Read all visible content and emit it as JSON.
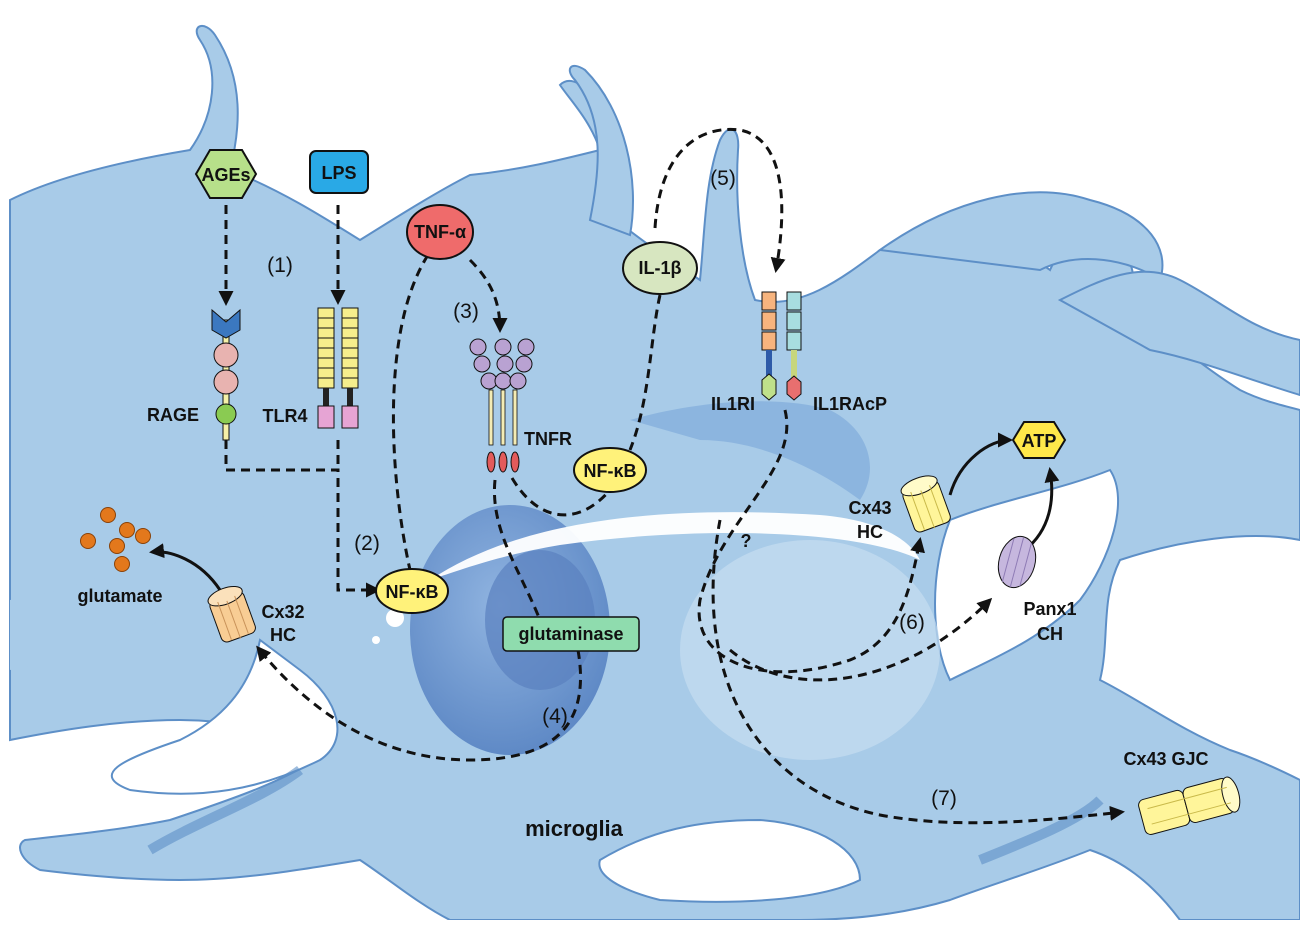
{
  "cell": {
    "name": "microglia"
  },
  "ligands": {
    "ages": "AGEs",
    "lps": "LPS",
    "tnf": "TNF-α",
    "il1b": "IL-1β"
  },
  "receptors": {
    "rage": "RAGE",
    "tlr4": "TLR4",
    "tnfr": "TNFR",
    "il1ri": "IL1RI",
    "il1racp": "IL1RAcP"
  },
  "transcription": {
    "nfkb_1": "NF-κB",
    "nfkb_2": "NF-κB"
  },
  "enzymes": {
    "glutaminase": "glutaminase"
  },
  "channels": {
    "cx32_line1": "Cx32",
    "cx32_line2": "HC",
    "cx43_line1": "Cx43",
    "cx43_line2": "HC",
    "panx1_line1": "Panx1",
    "panx1_line2": "CH",
    "cx43gjc": "Cx43 GJC"
  },
  "molecules": {
    "glutamate": "glutamate",
    "atp": "ATP"
  },
  "steps": {
    "s1": "(1)",
    "s2": "(2)",
    "s3": "(3)",
    "s4": "(4)",
    "s5": "(5)",
    "s6": "(6)",
    "s7": "(7)",
    "unknown": "?"
  },
  "colors": {
    "cell_fill": "#a8cbe8",
    "cell_dark": "#5d8fc7",
    "nucleus": "#6a95cf",
    "ages": "#b7e08a",
    "lps": "#29a9e6",
    "tnf": "#ef6b6b",
    "il1b": "#d7e6c0",
    "nfkb": "#fff27a",
    "glutaminase": "#8fdcae",
    "atp": "#ffe84a",
    "glutamate": "#e3781c",
    "cx32": "#f8cd94",
    "cx43": "#fff59a",
    "panx1": "#c6b7de"
  }
}
